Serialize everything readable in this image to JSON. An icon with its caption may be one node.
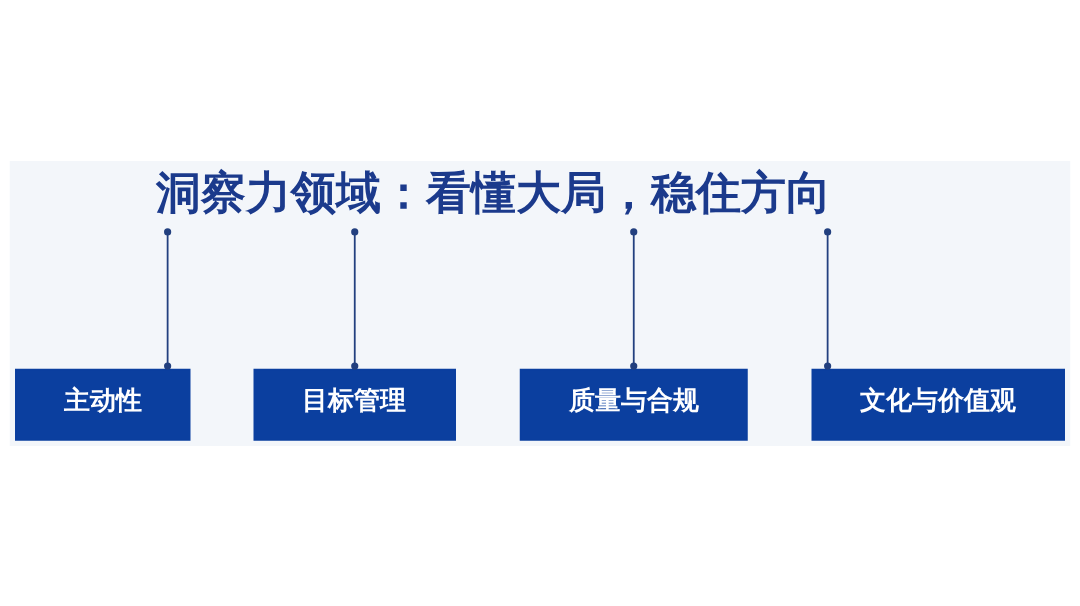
{
  "diagram": {
    "nodes": [
      {
        "text": [
          "洞察力领域：看懂大局，稳住方向"
        ]
      },
      {
        "text": [
          "主动性"
        ]
      },
      {
        "text": [
          "目标管理"
        ]
      },
      {
        "text": [
          "质量与合规"
        ]
      },
      {
        "text": [
          "文化与价值观"
        ]
      }
    ],
    "edges": [
      {
        "from": 0,
        "to": 1,
        "arrow": "other"
      },
      {
        "from": 0,
        "to": 2,
        "arrow": "other"
      },
      {
        "from": 0,
        "to": 3,
        "arrow": "other"
      },
      {
        "from": 0,
        "to": 4,
        "arrow": "other"
      }
    ]
  }
}
